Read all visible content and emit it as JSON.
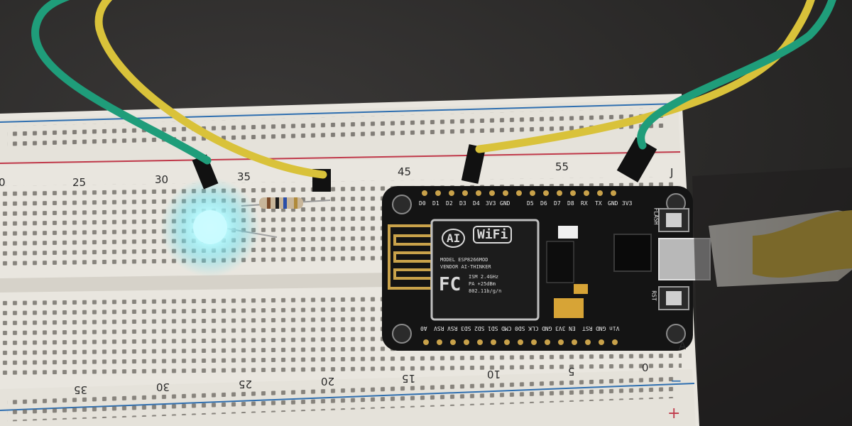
{
  "breadboard": {
    "top_column_numbers": [
      "0",
      "25",
      "30",
      "35",
      "45",
      "55"
    ],
    "bottom_column_numbers": [
      "35",
      "30",
      "25",
      "20",
      "15",
      "10",
      "5",
      "0"
    ],
    "row_letters": {
      "right_top": "J",
      "right_bottom": "A"
    },
    "rail_symbols": {
      "minus": "−",
      "plus": "+"
    }
  },
  "board": {
    "top_pins": [
      "D0",
      "D1",
      "D2",
      "D3",
      "D4",
      "3V3",
      "GND",
      "D5",
      "D6",
      "D7",
      "D8",
      "RX",
      "TX",
      "GND",
      "3V3"
    ],
    "bottom_pins": [
      "A0",
      "RSV",
      "RSV",
      "SD3",
      "SD2",
      "SD1",
      "CMD",
      "SD0",
      "CLK",
      "GND",
      "3V3",
      "EN",
      "RST",
      "GND",
      "Vin"
    ],
    "button_labels": {
      "flash": "FLASH",
      "reset": "RST"
    },
    "module": {
      "brand": "AI",
      "wifi": "WiFi",
      "model": "MODEL  ESP8266MOD",
      "vendor": "VENDOR AI-THINKER",
      "ism": "ISM  2.4GHz",
      "pa": "PA    +25dBm",
      "std": "802.11b/g/n",
      "fc": "FC"
    }
  },
  "colors": {
    "breadboard": "#e9e6df",
    "board": "#141414",
    "led_glow": "#8ff3ff",
    "wire_green": "#1f9d7a",
    "wire_yellow": "#d9c23a",
    "rail_red": "#c0394a",
    "rail_blue": "#2f6fb0"
  }
}
